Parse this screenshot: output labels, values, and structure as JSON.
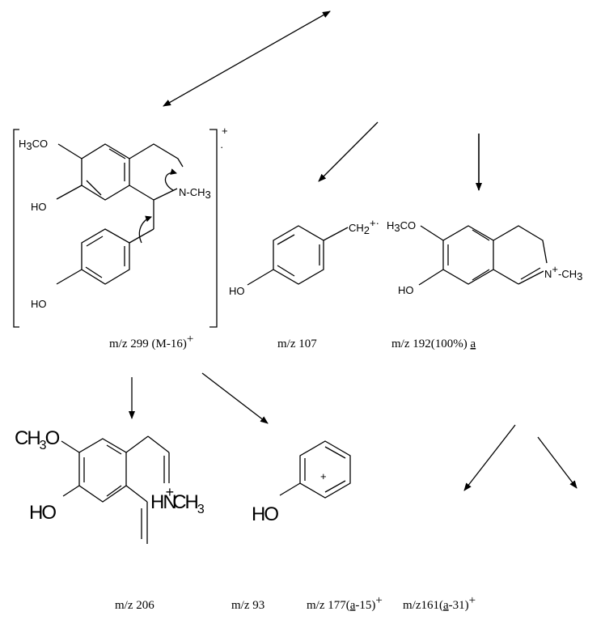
{
  "fragments": {
    "m299": {
      "label": "m/z 299 (M-16)",
      "label_sup": "+",
      "charge": "+",
      "dot": "·",
      "atoms": {
        "methoxy_group": "H3CO",
        "hydroxy_top": "HO",
        "hydroxy_bottom": "HO",
        "n_methyl": "N-CH3"
      }
    },
    "m107": {
      "label": "m/z 107",
      "atoms": {
        "ch2": "CH2",
        "charge": "+·",
        "hydroxy": "HO"
      }
    },
    "m192": {
      "label": "m/z 192(100%)",
      "label_tag": "a",
      "atoms": {
        "methoxy_group": "H3CO",
        "hydroxy": "HO",
        "n_methyl": "N+-CH3"
      }
    },
    "m206": {
      "label": "m/z 206",
      "atoms": {
        "methoxy_group": "CH3O",
        "hydroxy": "HO",
        "ammonium": "HN+CH3"
      }
    },
    "m93": {
      "label": "m/z 93",
      "atoms": {
        "hydroxy": "HO",
        "charge": "+"
      }
    },
    "m177": {
      "label": "m/z 177(",
      "tag": "a",
      "suffix": "-15)",
      "sup": "+"
    },
    "m161": {
      "label": "m/z161(",
      "tag": "a",
      "suffix": "-31)",
      "sup": "+"
    }
  }
}
